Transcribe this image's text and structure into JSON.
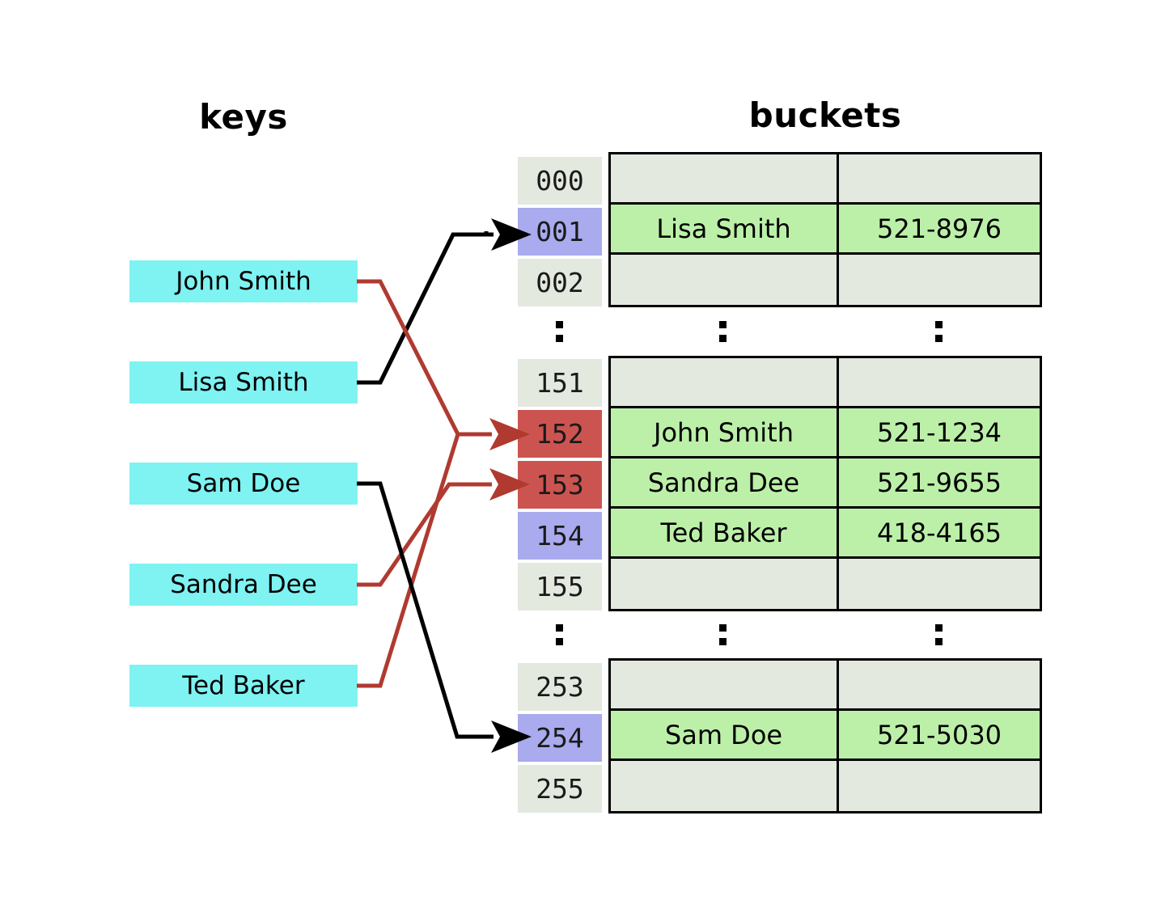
{
  "headings": {
    "keys": "keys",
    "buckets": "buckets"
  },
  "colors": {
    "key_box": "#7FF2F2",
    "index_empty": "#E3E9DF",
    "index_blue": "#AAAAEE",
    "index_red": "#CC5450",
    "cell_empty": "#E3E9DF",
    "cell_filled": "#BCF0A9",
    "arrow_black": "#000000",
    "arrow_red": "#B03A30",
    "border": "#000000"
  },
  "keys": [
    {
      "label": "John Smith",
      "target_index": "152",
      "arrow_color": "red"
    },
    {
      "label": "Lisa Smith",
      "target_index": "001",
      "arrow_color": "black"
    },
    {
      "label": "Sam Doe",
      "target_index": "254",
      "arrow_color": "black"
    },
    {
      "label": "Sandra Dee",
      "target_index": "153",
      "arrow_color": "red"
    },
    {
      "label": "Ted Baker",
      "target_index": "152",
      "arrow_color": "red"
    }
  ],
  "bucket_groups": [
    {
      "rows": [
        {
          "index": "000",
          "index_state": "empty",
          "name": "",
          "phone": "",
          "filled": false
        },
        {
          "index": "001",
          "index_state": "blue",
          "name": "Lisa Smith",
          "phone": "521-8976",
          "filled": true
        },
        {
          "index": "002",
          "index_state": "empty",
          "name": "",
          "phone": "",
          "filled": false
        }
      ]
    },
    {
      "rows": [
        {
          "index": "151",
          "index_state": "empty",
          "name": "",
          "phone": "",
          "filled": false
        },
        {
          "index": "152",
          "index_state": "red",
          "name": "John Smith",
          "phone": "521-1234",
          "filled": true
        },
        {
          "index": "153",
          "index_state": "red",
          "name": "Sandra Dee",
          "phone": "521-9655",
          "filled": true
        },
        {
          "index": "154",
          "index_state": "blue",
          "name": "Ted Baker",
          "phone": "418-4165",
          "filled": true
        },
        {
          "index": "155",
          "index_state": "empty",
          "name": "",
          "phone": "",
          "filled": false
        }
      ]
    },
    {
      "rows": [
        {
          "index": "253",
          "index_state": "empty",
          "name": "",
          "phone": "",
          "filled": false
        },
        {
          "index": "254",
          "index_state": "blue",
          "name": "Sam Doe",
          "phone": "521-5030",
          "filled": true
        },
        {
          "index": "255",
          "index_state": "empty",
          "name": "",
          "phone": "",
          "filled": false
        }
      ]
    }
  ],
  "ellipsis_label": "vertical-ellipsis"
}
